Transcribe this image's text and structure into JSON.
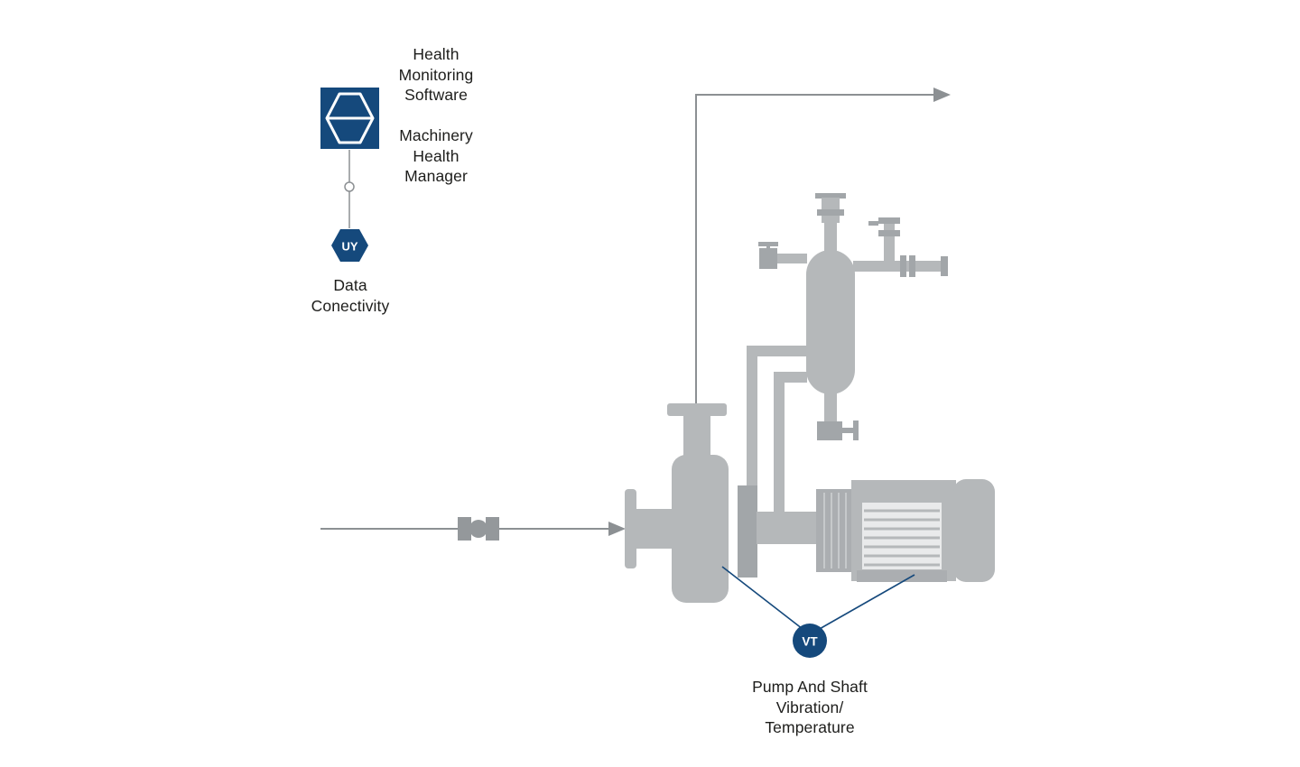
{
  "colors": {
    "accent_blue": "#15497c",
    "equipment_gray": "#b5b8ba",
    "equipment_gray_dark": "#a2a6a9",
    "line_gray": "#8c9093",
    "text": "#1d1d1b"
  },
  "icons": {
    "software": "machinery-health-software-icon",
    "data_connectivity": "instrument-hexagon-icon",
    "vibration": "instrument-circle-icon",
    "flow_arrows": "pipe-flow-arrow-icon"
  },
  "nodes": {
    "software": {
      "title_lines": [
        "Health",
        "Monitoring",
        "Software"
      ],
      "subtitle_lines": [
        "Machinery",
        "Health",
        "Manager"
      ]
    },
    "data_connectivity": {
      "tag": "UY",
      "label_lines": [
        "Data",
        "Conectivity"
      ]
    },
    "vibration_temperature": {
      "tag": "VT",
      "label_lines": [
        "Pump And Shaft",
        "Vibration/",
        "Temperature"
      ]
    }
  }
}
